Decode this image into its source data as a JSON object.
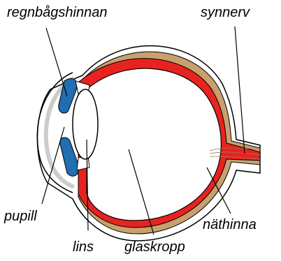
{
  "labels": {
    "iris": "regnbågshinnan",
    "optic_nerve": "synnerv",
    "pupil": "pupill",
    "lens": "lins",
    "vitreous": "glaskropp",
    "retina": "näthinna"
  },
  "colors": {
    "sclera_layer": "#c8a06e",
    "choroid_layer": "#e8231f",
    "iris": "#1f6fb2",
    "outline": "#000000",
    "background": "#ffffff"
  }
}
